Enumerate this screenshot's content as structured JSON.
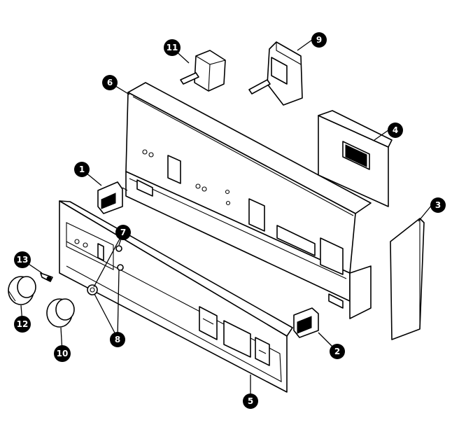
{
  "diagram": {
    "callouts": [
      {
        "label": "1",
        "part": "rocker-switch-upper"
      },
      {
        "label": "2",
        "part": "rocker-switch-lower"
      },
      {
        "label": "3",
        "part": "end-cap"
      },
      {
        "label": "4",
        "part": "clock-display-module"
      },
      {
        "label": "5",
        "part": "control-panel-overlay"
      },
      {
        "label": "6",
        "part": "control-panel-backguard"
      },
      {
        "label": "7",
        "part": "indicator-light"
      },
      {
        "label": "8",
        "part": "nut"
      },
      {
        "label": "9",
        "part": "infinite-switch"
      },
      {
        "label": "10",
        "part": "knob-lower"
      },
      {
        "label": "11",
        "part": "rotary-switch"
      },
      {
        "label": "12",
        "part": "knob-upper"
      },
      {
        "label": "13",
        "part": "knob-screw"
      }
    ]
  }
}
